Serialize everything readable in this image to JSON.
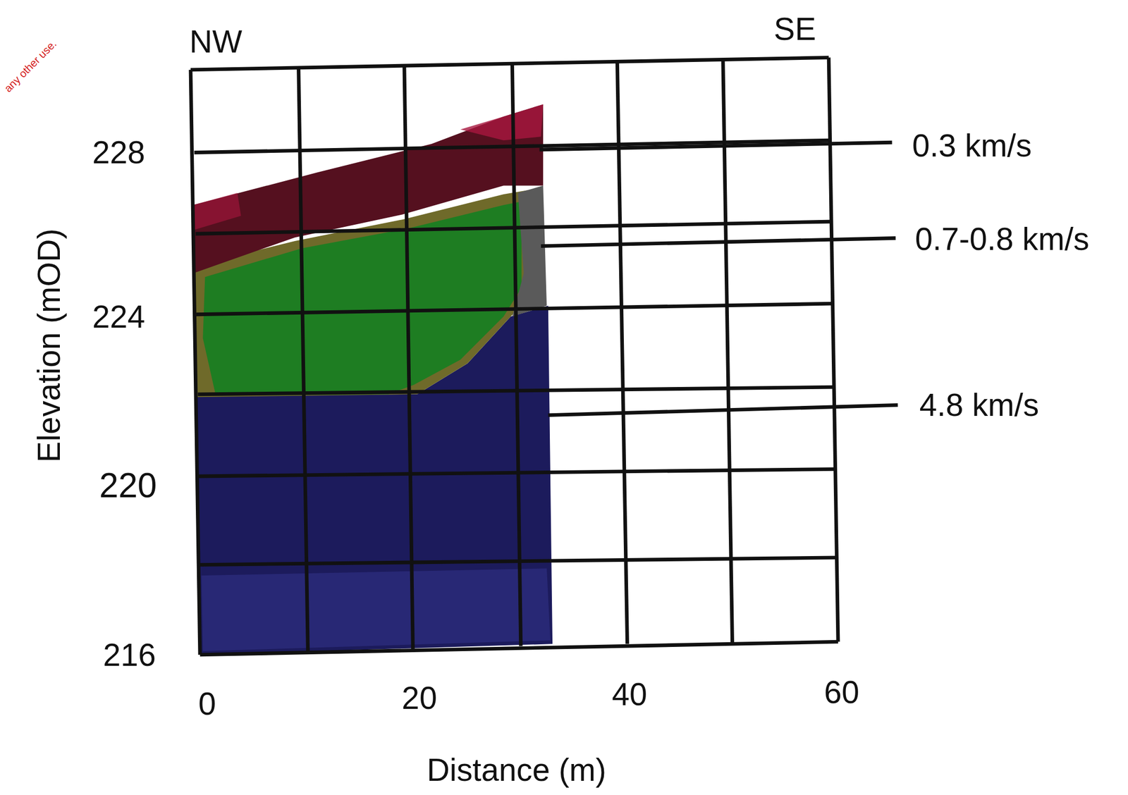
{
  "diagram": {
    "labels": [
      "any other use.",
      "NW",
      "SE",
      "228",
      "224",
      "220",
      "216",
      "Elevation (mOD)",
      "0",
      "20",
      "40",
      "60",
      "Distance (m)",
      "0.3 km/s",
      "0.7-0.8 km/s",
      "4.8 km/s"
    ]
  }
}
